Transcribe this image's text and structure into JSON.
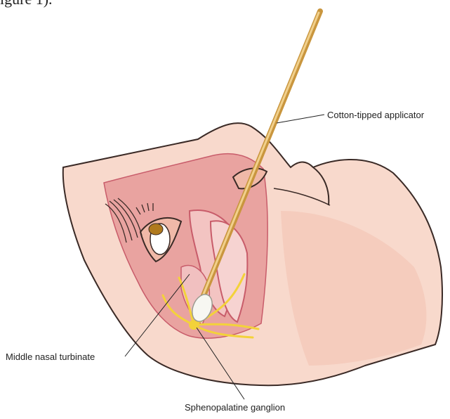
{
  "caption_fragment": "igure 1).",
  "labels": {
    "applicator": "Cotton-tipped applicator",
    "turbinate": "Middle nasal turbinate",
    "ganglion": "Sphenopalatine ganglion"
  },
  "colors": {
    "skin_light": "#f8d9cc",
    "skin_mid": "#f0b9a8",
    "skin_line": "#3a2a26",
    "mucosa": "#e58d91",
    "mucosa_dark": "#c85c6a",
    "nerve": "#f3d23a",
    "applicator": "#e3b96a",
    "cotton": "#f7f7f2"
  }
}
